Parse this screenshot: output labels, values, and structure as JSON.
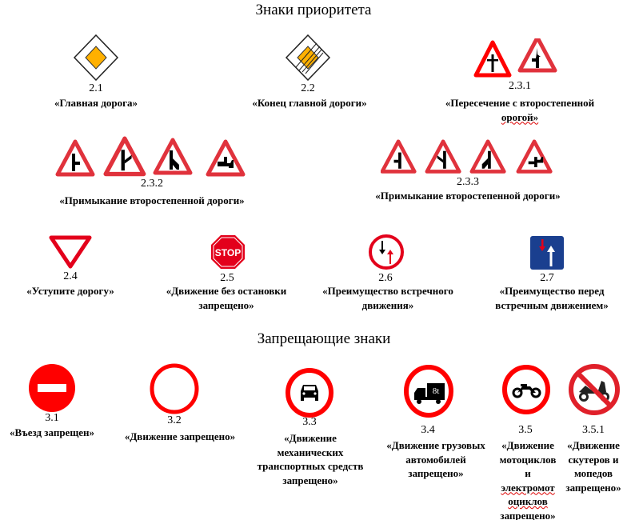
{
  "sections": {
    "priority": "Знаки приоритета",
    "prohibitory": "Запрещающие знаки"
  },
  "signs": [
    {
      "code": "2.1",
      "caption": "«Главная дорога»"
    },
    {
      "code": "2.2",
      "caption": "«Конец главной дороги»"
    },
    {
      "code": "2.3.1",
      "caption_lines": [
        "«Пересечение с второстепенной",
        "орогой»"
      ]
    },
    {
      "code": "2.3.2",
      "caption": "«Примыкание второстепенной дороги»"
    },
    {
      "code": "2.3.3",
      "caption": "«Примыкание второстепенной дороги»"
    },
    {
      "code": "2.4",
      "caption": "«Уступите дорогу»"
    },
    {
      "code": "2.5",
      "caption_lines": [
        "«Движение без остановки",
        "запрещено»"
      ],
      "sign_text": "STOP"
    },
    {
      "code": "2.6",
      "caption_lines": [
        "«Преимущество встречного",
        "движения»"
      ]
    },
    {
      "code": "2.7",
      "caption_lines": [
        "«Преимущество перед",
        "встречным движением»"
      ]
    },
    {
      "code": "3.1",
      "caption": "«Въезд запрещен»"
    },
    {
      "code": "3.2",
      "caption": "«Движение запрещено»"
    },
    {
      "code": "3.3",
      "caption_lines": [
        "«Движение",
        "механических",
        "транспортных средств",
        "запрещено»"
      ]
    },
    {
      "code": "3.4",
      "caption_lines": [
        "«Движение грузовых",
        "автомобилей",
        "запрещено»"
      ],
      "sign_text": "8t"
    },
    {
      "code": "3.5",
      "caption_lines": [
        "«Движение",
        "мотоциклов",
        "и",
        "электромот",
        "оциклов",
        "запрещено»"
      ]
    },
    {
      "code": "3.5.1",
      "caption_lines": [
        "«Движение",
        "скутеров и",
        "мопедов",
        "запрещено»"
      ]
    }
  ],
  "colors": {
    "red": "#e3001b",
    "yellow": "#ffb000",
    "blue": "#1a3f8f"
  }
}
